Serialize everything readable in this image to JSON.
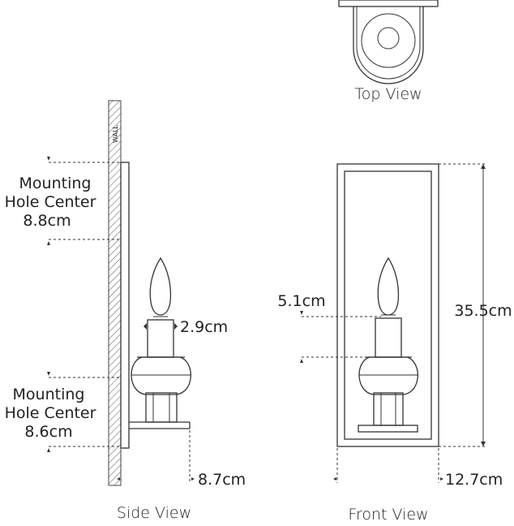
{
  "views": {
    "top": "Top View",
    "side": "Side View",
    "front": "Front View"
  },
  "wall_label": "WALL",
  "side_dims": {
    "mount_top_line1": "Mounting",
    "mount_top_line2": "Hole Center",
    "mount_top_value": "8.8cm",
    "mount_bottom_line1": "Mounting",
    "mount_bottom_line2": "Hole Center",
    "mount_bottom_value": "8.6cm",
    "candle_width": "2.9cm",
    "projection": "8.7cm"
  },
  "front_dims": {
    "candle_offset": "5.1cm",
    "height": "35.5cm",
    "width": "12.7cm"
  }
}
